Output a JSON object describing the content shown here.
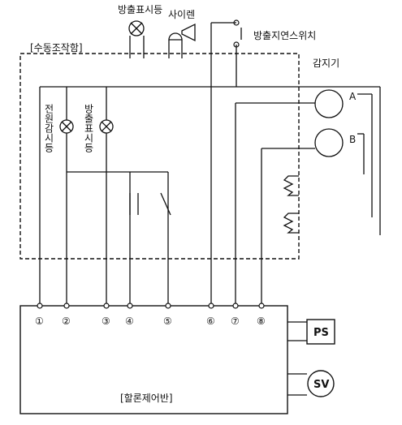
{
  "labels": {
    "discharge_indicator": "방출표시등",
    "siren": "사이렌",
    "delay_switch": "방출지연스위치",
    "manual_box": "[수동조작함]",
    "detector": "감지기",
    "detector_a": "A",
    "detector_b": "B",
    "power_lamp": "전원감시등",
    "discharge_lamp": "방출표시등",
    "ps": "PS",
    "sv": "SV",
    "control_panel": "[할론제어반]"
  },
  "terminals": [
    "①",
    "②",
    "③",
    "④",
    "⑤",
    "⑥",
    "⑦",
    "⑧"
  ]
}
